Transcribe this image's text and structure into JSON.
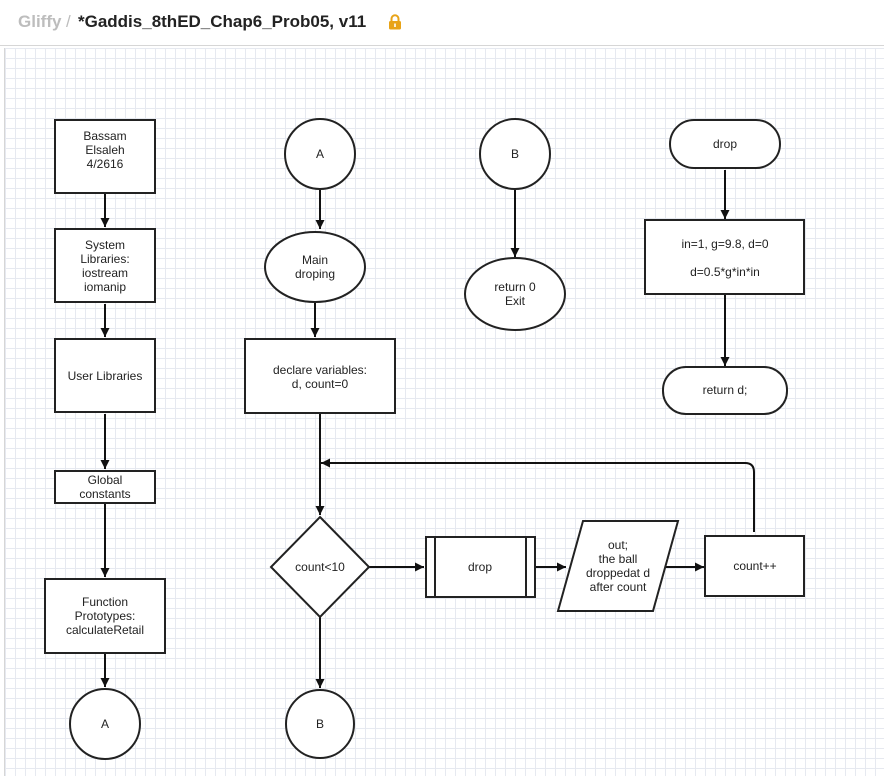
{
  "header": {
    "brand": "Gliffy",
    "separator": "/",
    "document_title": "*Gaddis_8thED_Chap6_Prob05, v11",
    "lock_icon": "lock-icon",
    "lock_color": "#e8a317"
  },
  "colors": {
    "grid": "#e6e9f0",
    "stroke": "#222222"
  },
  "nodes": {
    "author": [
      "Bassam",
      "Elsaleh",
      "4/2616"
    ],
    "system_libraries": [
      "System",
      "Libraries:",
      "iostream",
      "iomanip"
    ],
    "user_libraries": [
      "User Libraries"
    ],
    "global_constants": [
      "Global",
      "constants"
    ],
    "function_prototypes": [
      "Function",
      "Prototypes:",
      "calculateRetail"
    ],
    "connector_a_left": "A",
    "connector_a_top": "A",
    "main": [
      "Main",
      "droping"
    ],
    "declare": [
      "declare variables:",
      "d, count=0"
    ],
    "decision": "count<10",
    "connector_b_bottom": "B",
    "connector_b_top": "B",
    "return_main": [
      "return 0",
      "Exit"
    ],
    "call_drop": "drop",
    "output": [
      "out;",
      "the ball",
      "droppedat d",
      "after count"
    ],
    "increment": "count++",
    "drop_start": "drop",
    "drop_body": [
      "in=1, g=9.8, d=0",
      "",
      "d=0.5*g*in*in"
    ],
    "drop_return": "return d;"
  }
}
